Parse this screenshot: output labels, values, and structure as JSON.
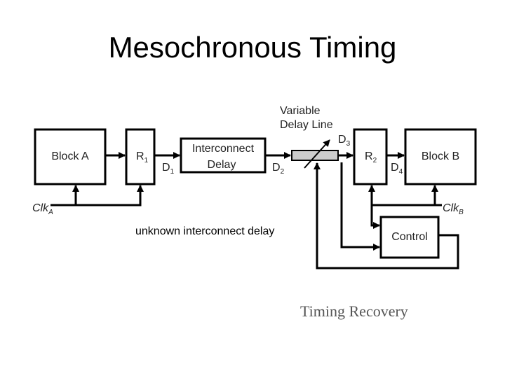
{
  "title": "Mesochronous Timing",
  "blocks": {
    "block_a": "Block A",
    "r1": "R",
    "r1_sub": "1",
    "interconnect_line1": "Interconnect",
    "interconnect_line2": "Delay",
    "r2": "R",
    "r2_sub": "2",
    "block_b": "Block B",
    "control": "Control"
  },
  "labels": {
    "variable_line1": "Variable",
    "variable_line2": "Delay Line",
    "d1": "D",
    "d1_sub": "1",
    "d2": "D",
    "d2_sub": "2",
    "d3": "D",
    "d3_sub": "3",
    "d4": "D",
    "d4_sub": "4",
    "clka": "Clk",
    "clka_sub": "A",
    "clkb": "Clk",
    "clkb_sub": "B"
  },
  "caption": "unknown interconnect delay",
  "recovery": "Timing Recovery"
}
